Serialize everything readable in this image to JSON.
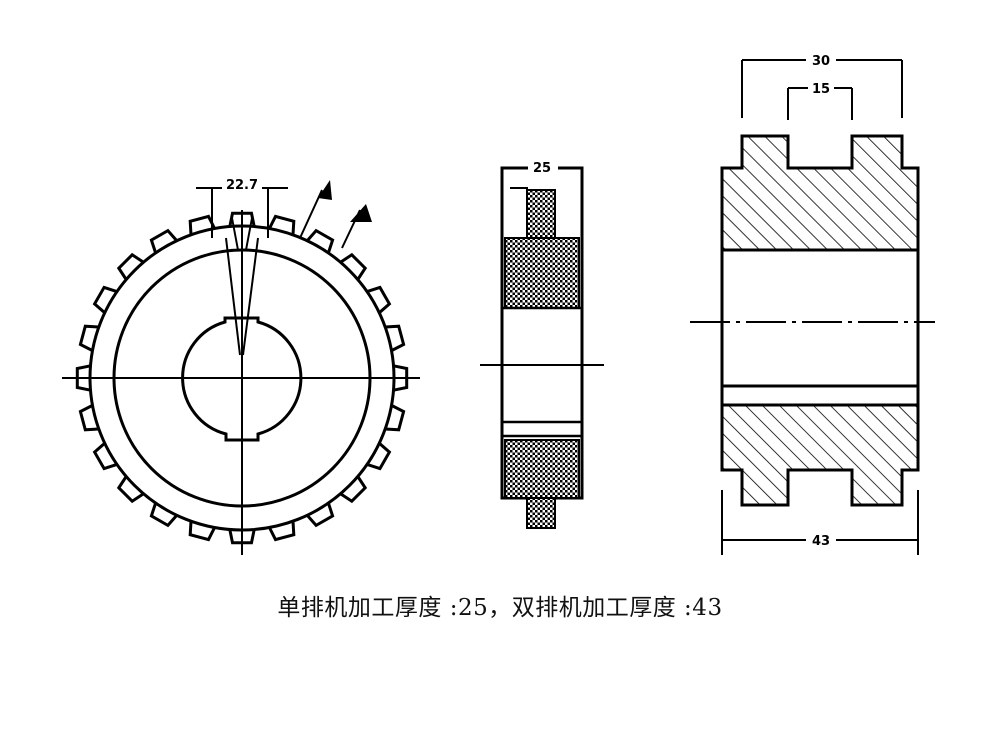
{
  "front_view": {
    "keyway_width_label": "22.7",
    "tooth_count": 24
  },
  "single_side_view": {
    "width_label": "25"
  },
  "double_side_view": {
    "overall_width_label": "43",
    "tooth_span_label": "30",
    "tooth_gap_label": "15"
  },
  "caption": "单排机加工厚度 :25，双排机加工厚度 :43"
}
